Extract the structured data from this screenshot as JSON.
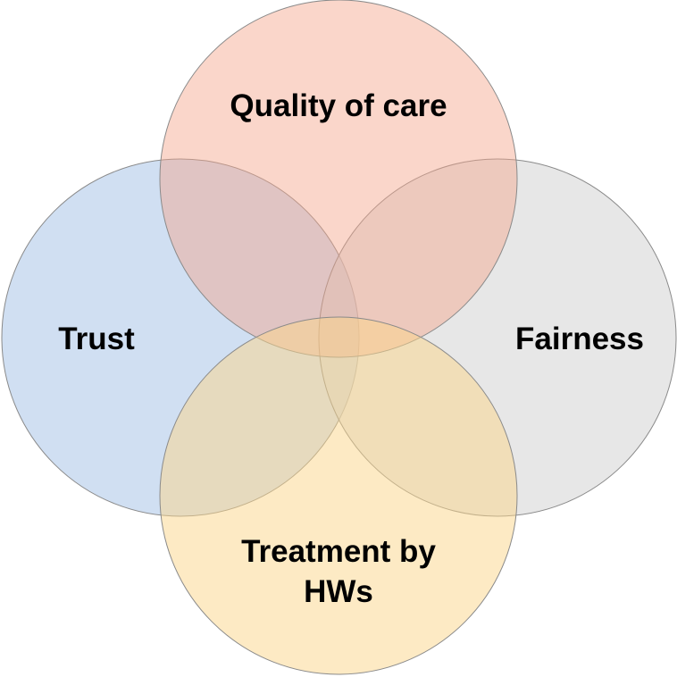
{
  "diagram": {
    "circles": [
      {
        "id": "top",
        "label_lines": [
          "Quality of care"
        ],
        "fill": "#f4a58a",
        "opacity": 0.45
      },
      {
        "id": "left",
        "label_lines": [
          "Trust"
        ],
        "fill": "#a9c4e8",
        "opacity": 0.55
      },
      {
        "id": "right",
        "label_lines": [
          "Fairness"
        ],
        "fill": "#d4d4d4",
        "opacity": 0.55
      },
      {
        "id": "bottom",
        "label_lines": [
          "Treatment by",
          "HWs"
        ],
        "fill": "#fcd68a",
        "opacity": 0.5
      }
    ]
  }
}
